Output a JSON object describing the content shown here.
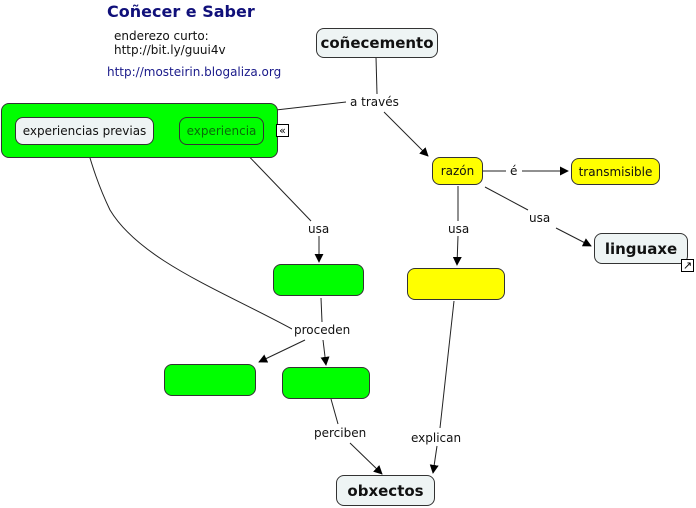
{
  "header": {
    "title": "Coñecer e Saber",
    "short_address_label": "enderezo curto:",
    "short_address": "http://bit.ly/guui4v",
    "blog_link": "http://mosteirin.blogaliza.org"
  },
  "colors": {
    "green_node": "#00ff00",
    "yellow_node": "#ffff00",
    "pale_node": "#eef4f4",
    "title": "#10107a",
    "link": "#1a1a8a"
  },
  "concepts": {
    "conecemento": "coñecemento",
    "experiencias_previas": "experiencias previas",
    "experiencia": "experiencia",
    "razon": "razón",
    "transmisible": "transmisible",
    "linguaxe": "linguaxe",
    "green_mid": "",
    "yellow_mid": "",
    "green_left": "",
    "green_right": "",
    "obxectos": "obxectos"
  },
  "links": {
    "a_traves": "a través",
    "e": "é",
    "usa_experiencia": "usa",
    "usa_razon_down": "usa",
    "usa_razon_linguaxe": "usa",
    "proceden": "proceden",
    "perciben": "perciben",
    "explican": "explican"
  },
  "icons": {
    "collapse_group": "«",
    "external_link": "↗"
  }
}
